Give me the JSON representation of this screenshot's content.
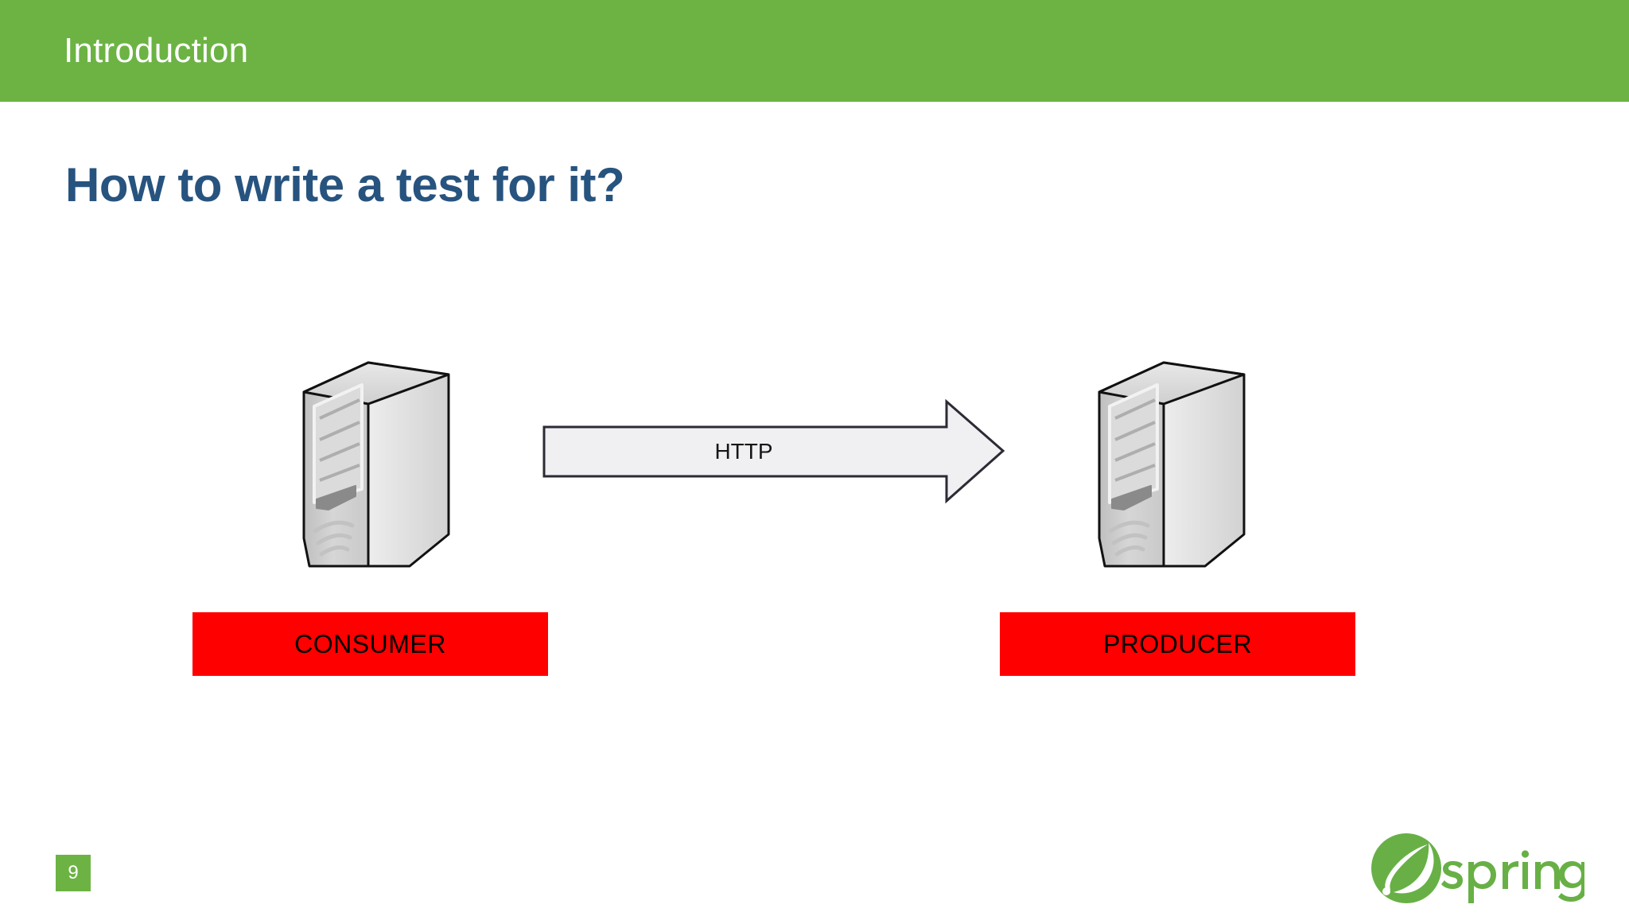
{
  "header": {
    "section_label": "Introduction",
    "background_color": "#6CB344",
    "text_color": "#FFFFFF"
  },
  "slide": {
    "title": "How to write a test for it?",
    "title_color": "#27537F",
    "background_color": "#FFFFFF"
  },
  "diagram": {
    "type": "flow",
    "nodes": [
      {
        "id": "consumer",
        "icon": "server-tower-icon",
        "label": "CONSUMER",
        "label_box_color": "#FF0000",
        "label_text_color": "#000000"
      },
      {
        "id": "producer",
        "icon": "server-tower-icon",
        "label": "PRODUCER",
        "label_box_color": "#FF0000",
        "label_text_color": "#000000"
      }
    ],
    "edges": [
      {
        "id": "consumer-to-producer",
        "from": "consumer",
        "to": "producer",
        "label": "HTTP",
        "shape": "block-arrow-right",
        "fill_color": "#F0EFF2",
        "stroke_color": "#2B2B35"
      }
    ]
  },
  "footer": {
    "page_number": "9",
    "page_badge_color": "#6CB344",
    "logo": {
      "name": "spring-logo",
      "wordmark": "spring",
      "color": "#68B046"
    }
  }
}
